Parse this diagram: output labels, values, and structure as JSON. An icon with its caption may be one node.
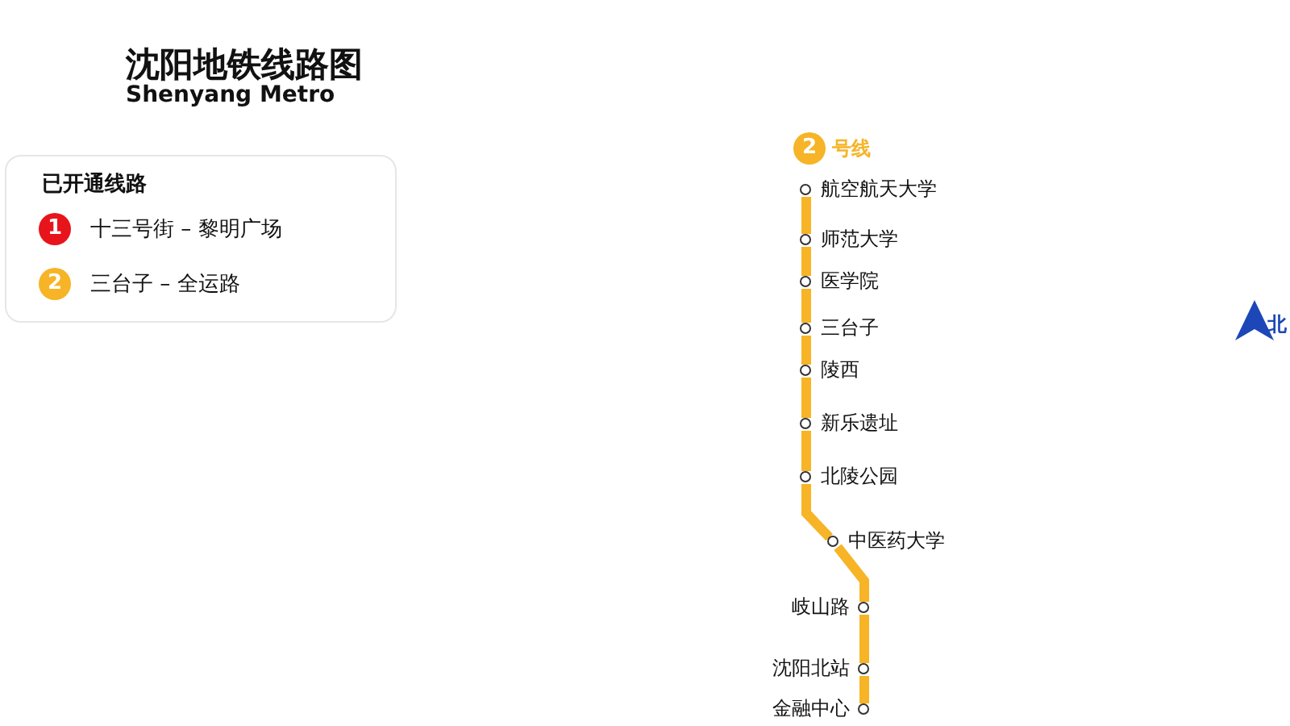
{
  "diagram": {
    "title": "沈阳地铁线路图",
    "nodes": [
      {
        "text": [
          "航空航天大学"
        ]
      },
      {
        "text": [
          "师范大学"
        ]
      },
      {
        "text": [
          "医学院"
        ]
      },
      {
        "text": [
          "三台子"
        ]
      },
      {
        "text": [
          "陵西"
        ]
      },
      {
        "text": [
          "新乐遗址"
        ]
      },
      {
        "text": [
          "北陵公园"
        ]
      },
      {
        "text": [
          "中医药大学"
        ]
      },
      {
        "text": [
          "岐山路"
        ]
      },
      {
        "text": [
          "沈阳北站"
        ]
      },
      {
        "text": [
          "金融中心"
        ]
      }
    ],
    "edges": [
      {
        "from": 0,
        "to": 1,
        "arrow": "none"
      },
      {
        "from": 1,
        "to": 2,
        "arrow": "none"
      },
      {
        "from": 2,
        "to": 3,
        "arrow": "none"
      },
      {
        "from": 3,
        "to": 4,
        "arrow": "none"
      },
      {
        "from": 4,
        "to": 5,
        "arrow": "none"
      },
      {
        "from": 5,
        "to": 6,
        "arrow": "none"
      },
      {
        "from": 6,
        "to": 7,
        "arrow": "none"
      },
      {
        "from": 7,
        "to": 8,
        "arrow": "none"
      },
      {
        "from": 8,
        "to": 9,
        "arrow": "none"
      },
      {
        "from": 9,
        "to": 10,
        "arrow": "none"
      }
    ],
    "labels": [
      "Shenyang Metro",
      "已开通线路",
      "1",
      "2",
      "2",
      "号线",
      "北"
    ],
    "legend": [
      {
        "text": "十三号街 – 黎明广场",
        "color": "#e8141c"
      },
      {
        "text": "三台子 – 全运路",
        "color": "#f6b426"
      }
    ]
  }
}
